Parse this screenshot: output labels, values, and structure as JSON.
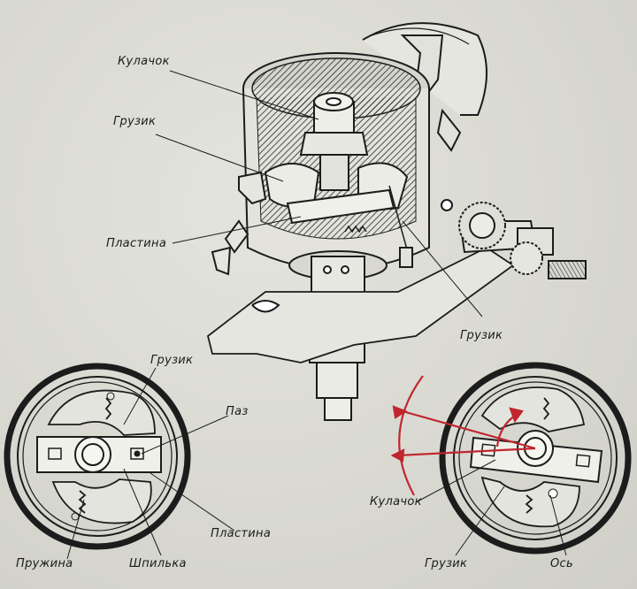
{
  "labels": {
    "kulachok_top": "Кулачок",
    "gruzik_top": "Грузик",
    "plastina_top": "Пластина",
    "gruzik_right_top": "Грузик",
    "gruzik_left": "Грузик",
    "paz": "Паз",
    "plastina_left": "Пластина",
    "pruzhina": "Пружина",
    "shpilka": "Шпилька",
    "kulachok_right": "Кулачок",
    "gruzik_right": "Грузик",
    "os": "Ось"
  },
  "colors": {
    "ink": "#1c1c1c",
    "red": "#c0262e",
    "paper": "#dcdcd6"
  }
}
